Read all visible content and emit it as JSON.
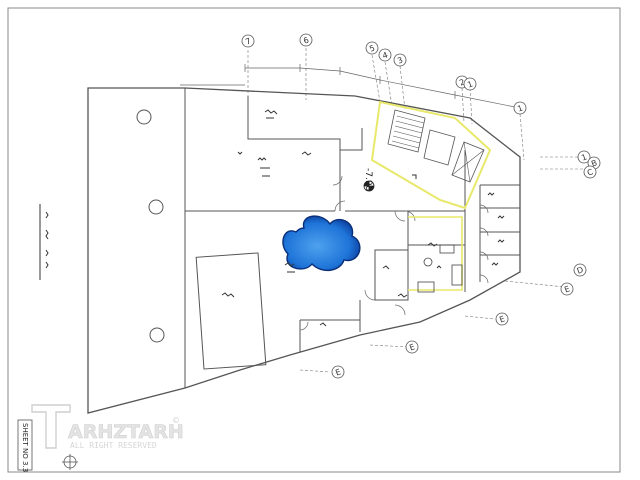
{
  "drawing": {
    "level_mark": "-7.98",
    "grid_bubbles": {
      "top": [
        "7",
        "6",
        "5",
        "4",
        "3",
        "2",
        "1",
        "1"
      ],
      "right": [
        "1",
        "B",
        "C",
        "D",
        "E"
      ],
      "bottom": [
        "E",
        "E",
        "E"
      ]
    },
    "watermark": {
      "brand": "ARHZTARH",
      "subtitle": "ALL RIGHT RESERVED",
      "mark": "©"
    },
    "sheet_label": "SHEET NO 3.3"
  },
  "colors": {
    "line": "#555555",
    "border": "#8a8a8a",
    "highlight": "#e8e86a",
    "pool_fill": "#1e74d8",
    "pool_dark": "#0a2e78",
    "watermark": "#cfcfcf"
  }
}
